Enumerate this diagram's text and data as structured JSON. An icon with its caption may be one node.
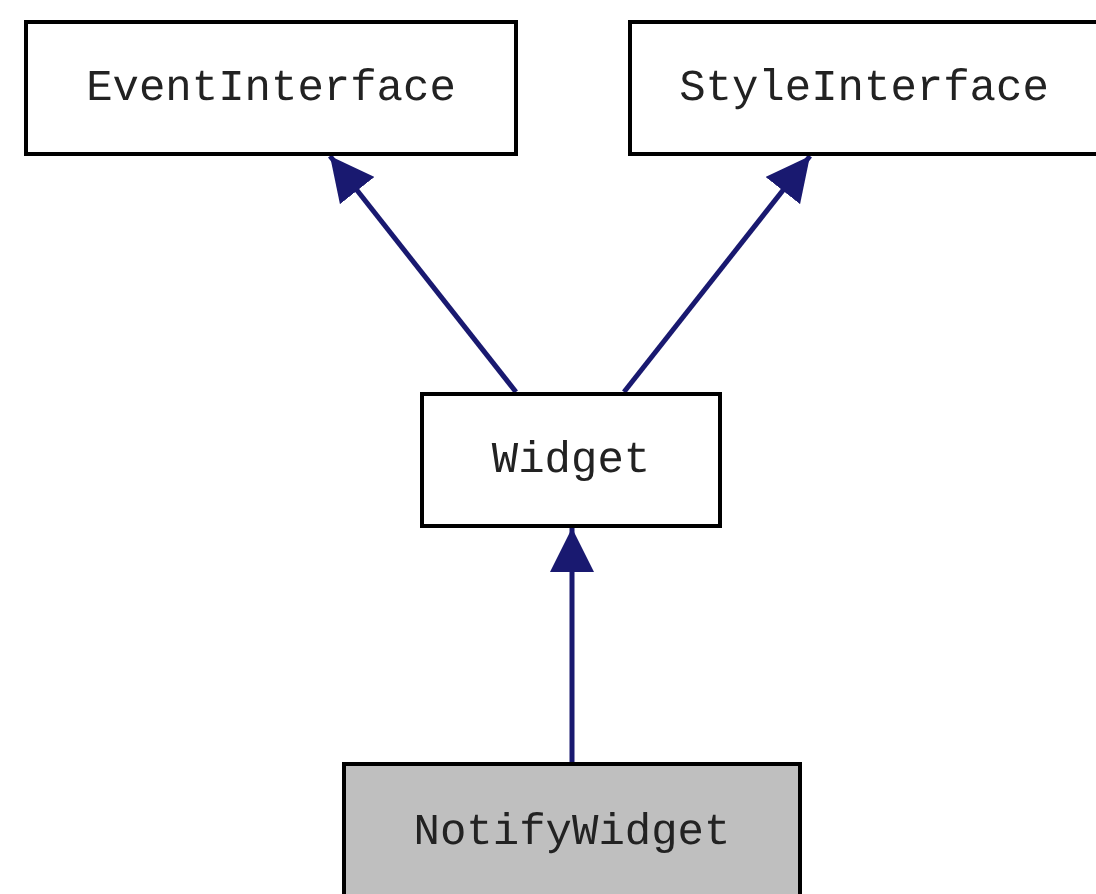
{
  "diagram": {
    "nodes": [
      {
        "text": [
          "EventInterface"
        ]
      },
      {
        "text": [
          "StyleInterface"
        ]
      },
      {
        "text": [
          "Widget"
        ]
      },
      {
        "text": [
          "NotifyWidget"
        ]
      }
    ],
    "edges": [
      {
        "from": 2,
        "to": 0,
        "arrow": "to"
      },
      {
        "from": 2,
        "to": 1,
        "arrow": "to"
      },
      {
        "from": 3,
        "to": 2,
        "arrow": "to"
      }
    ]
  }
}
